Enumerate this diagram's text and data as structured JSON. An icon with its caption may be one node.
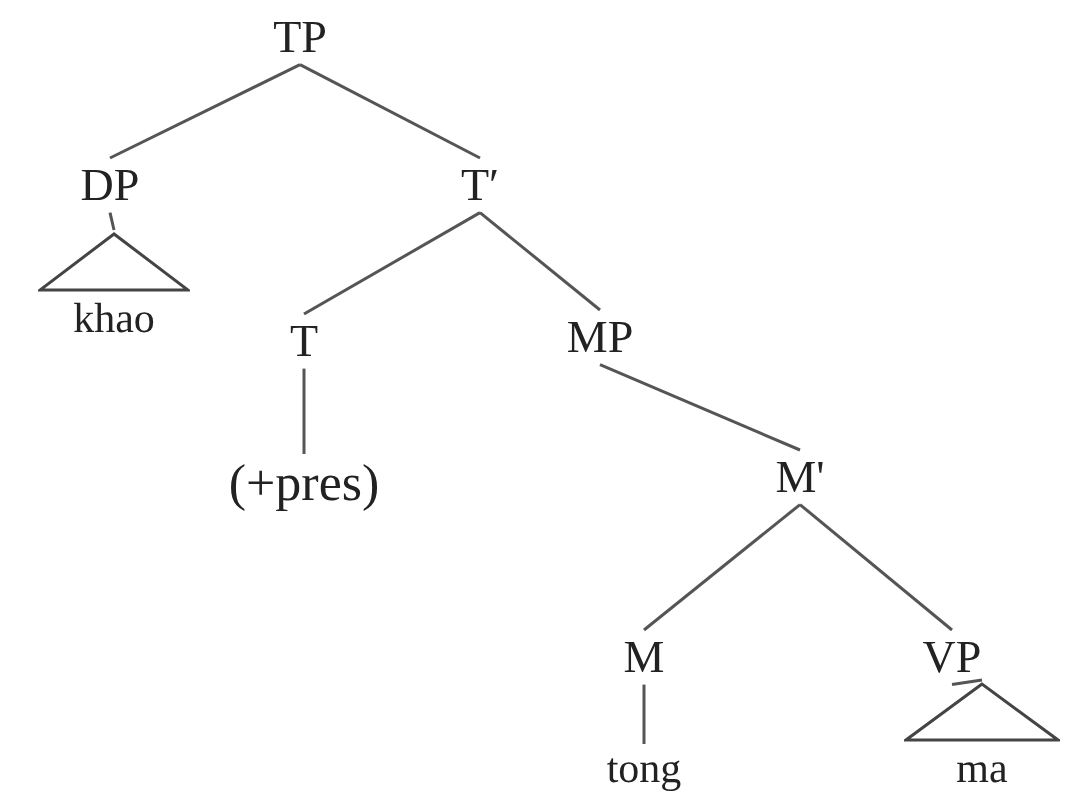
{
  "diagram": {
    "nodes": [
      {
        "text": [
          "TP"
        ]
      },
      {
        "text": [
          "DP"
        ]
      },
      {
        "text": [
          "T′"
        ]
      },
      {
        "text": [
          "khao"
        ]
      },
      {
        "text": [
          "T"
        ]
      },
      {
        "text": [
          "MP"
        ]
      },
      {
        "text": [
          "(+pres)"
        ]
      },
      {
        "text": [
          "M'"
        ]
      },
      {
        "text": [
          "M"
        ]
      },
      {
        "text": [
          "VP"
        ]
      },
      {
        "text": [
          "tong"
        ]
      },
      {
        "text": [
          "ma"
        ]
      }
    ],
    "edges": [
      {
        "from": 0,
        "to": 1,
        "arrow": "none"
      },
      {
        "from": 0,
        "to": 2,
        "arrow": "none"
      },
      {
        "from": 1,
        "to": 3,
        "arrow": "none"
      },
      {
        "from": 2,
        "to": 4,
        "arrow": "none"
      },
      {
        "from": 2,
        "to": 5,
        "arrow": "none"
      },
      {
        "from": 4,
        "to": 6,
        "arrow": "none"
      },
      {
        "from": 5,
        "to": 7,
        "arrow": "none"
      },
      {
        "from": 7,
        "to": 8,
        "arrow": "none"
      },
      {
        "from": 7,
        "to": 9,
        "arrow": "none"
      },
      {
        "from": 8,
        "to": 10,
        "arrow": "none"
      },
      {
        "from": 9,
        "to": 11,
        "arrow": "none"
      }
    ]
  }
}
